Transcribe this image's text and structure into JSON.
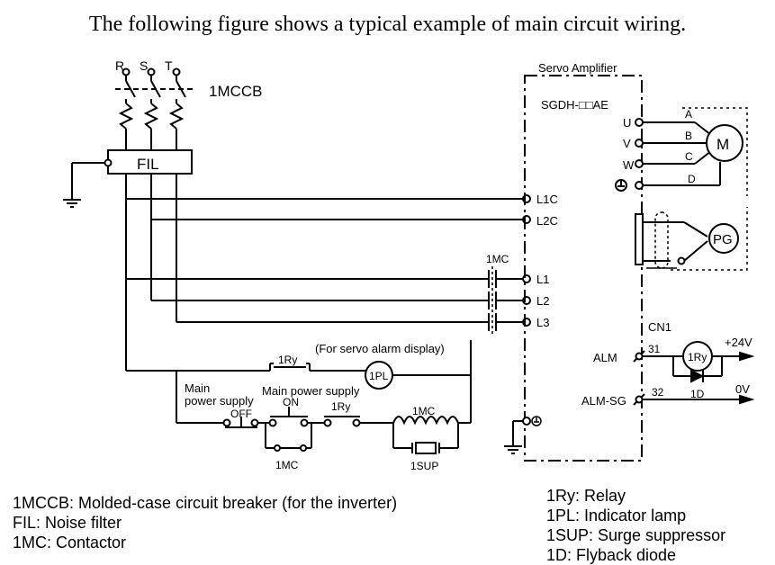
{
  "title": "The following figure shows a typical example of main circuit wiring.",
  "labels": {
    "r": "R",
    "s": "S",
    "t": "T",
    "mccb": "1MCCB",
    "fil": "FIL",
    "servo_amplifier": "Servo Amplifier",
    "model": "SGDH-□□AE",
    "u": "U",
    "v": "V",
    "w": "W",
    "a": "A",
    "b": "B",
    "c": "C",
    "d": "D",
    "motor": "M",
    "pg": "PG",
    "l1c": "L1C",
    "l2c": "L2C",
    "l1": "L1",
    "l2": "L2",
    "l3": "L3",
    "mc_contact": "1MC",
    "cn1": "CN1",
    "alm": "ALM",
    "alm_pin": "31",
    "almsg": "ALM-SG",
    "almsg_pin": "32",
    "plus24": "+24V",
    "zero_v": "0V",
    "ry_coil": "1Ry",
    "diode": "1D",
    "alarm_note": "(For servo alarm display)",
    "ry_contact_top": "1Ry",
    "pl": "1PL",
    "main_ps_off_1": "Main",
    "main_ps_off_2": "power supply",
    "off": "OFF",
    "main_ps_on": "Main power supply",
    "on": "ON",
    "ry_contact_bottom": "1Ry",
    "mc_coil": "1MC",
    "mc_aux": "1MC",
    "sup": "1SUP"
  },
  "legend_left": [
    "1MCCB: Molded-case circuit breaker (for the inverter)",
    "FIL: Noise filter",
    "1MC: Contactor"
  ],
  "legend_right": [
    "1Ry: Relay",
    "1PL: Indicator lamp",
    "1SUP: Surge suppressor",
    "1D: Flyback diode"
  ]
}
